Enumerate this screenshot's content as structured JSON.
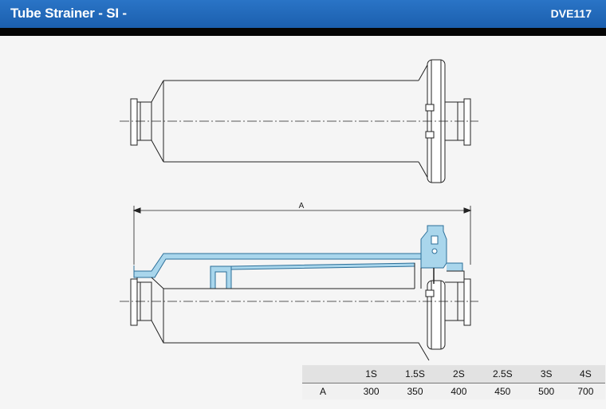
{
  "header": {
    "title": "Tube Strainer - SI -",
    "code": "DVE117"
  },
  "drawing": {
    "dimension_label": "A",
    "colors": {
      "line": "#222222",
      "section_fill": "#a9d6ec",
      "section_stroke": "#2c6f99"
    }
  },
  "table": {
    "columns": [
      "1S",
      "1.5S",
      "2S",
      "2.5S",
      "3S",
      "4S"
    ],
    "rows": [
      {
        "label": "A",
        "values": [
          "300",
          "350",
          "400",
          "450",
          "500",
          "700"
        ]
      }
    ]
  }
}
